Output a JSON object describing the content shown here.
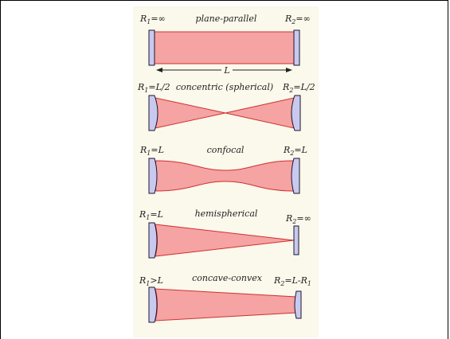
{
  "diagram": {
    "background_color": "#fbf8ec",
    "beam_fill": "#f5a3a3",
    "beam_stroke": "#d03030",
    "mirror_fill": "#c9c9f0",
    "length_label": "L",
    "cavities": [
      {
        "title": "plane-parallel",
        "r1": "R",
        "r1_sub": "1",
        "r1_val": "=∞",
        "r2": "R",
        "r2_sub": "2",
        "r2_val": "=∞"
      },
      {
        "title": "concentric (spherical)",
        "r1": "R",
        "r1_sub": "1",
        "r1_val": "=L/2",
        "r2": "R",
        "r2_sub": "2",
        "r2_val": "=L/2"
      },
      {
        "title": "confocal",
        "r1": "R",
        "r1_sub": "1",
        "r1_val": "=L",
        "r2": "R",
        "r2_sub": "2",
        "r2_val": "=L"
      },
      {
        "title": "hemispherical",
        "r1": "R",
        "r1_sub": "1",
        "r1_val": "=L",
        "r2": "R",
        "r2_sub": "2",
        "r2_val": "=∞"
      },
      {
        "title": "concave-convex",
        "r1": "R",
        "r1_sub": "1",
        "r1_val": ">L",
        "r2": "R",
        "r2_sub": "2",
        "r2_val": "=L-R",
        "r2_val_sub": "1"
      }
    ]
  }
}
